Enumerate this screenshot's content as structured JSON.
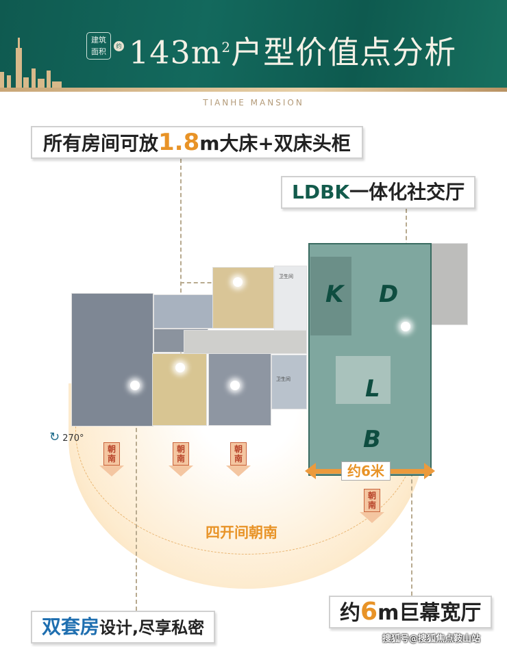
{
  "header": {
    "badge_line1": "建筑",
    "badge_line2": "面积",
    "badge_about": "约",
    "title_main": "143m",
    "title_sup": "2",
    "title_rest": "户型价值点分析",
    "subtitle": "TIANHE MANSION"
  },
  "callouts": {
    "beds": {
      "pre": "所有房间可放",
      "highlight": "1.8",
      "post": "m大床+双床头柜"
    },
    "ldbk": {
      "highlight": "LDBK",
      "post": "一体化社交厅"
    },
    "suites": {
      "highlight": "双套房",
      "post": "设计,尽享私密"
    },
    "hall": {
      "pre": "约",
      "highlight": "6",
      "post": "m巨幕宽厅"
    }
  },
  "plan": {
    "zones": [
      "K",
      "D",
      "L",
      "B"
    ],
    "width_label": "约6米",
    "bathroom_label": "卫生间",
    "rotation": "270°"
  },
  "orientation": {
    "arrow_label_line1": "朝",
    "arrow_label_line2": "南",
    "fan_label": "四开间朝南"
  },
  "watermark": "搜狐号@搜狐焦点鞍山站"
}
